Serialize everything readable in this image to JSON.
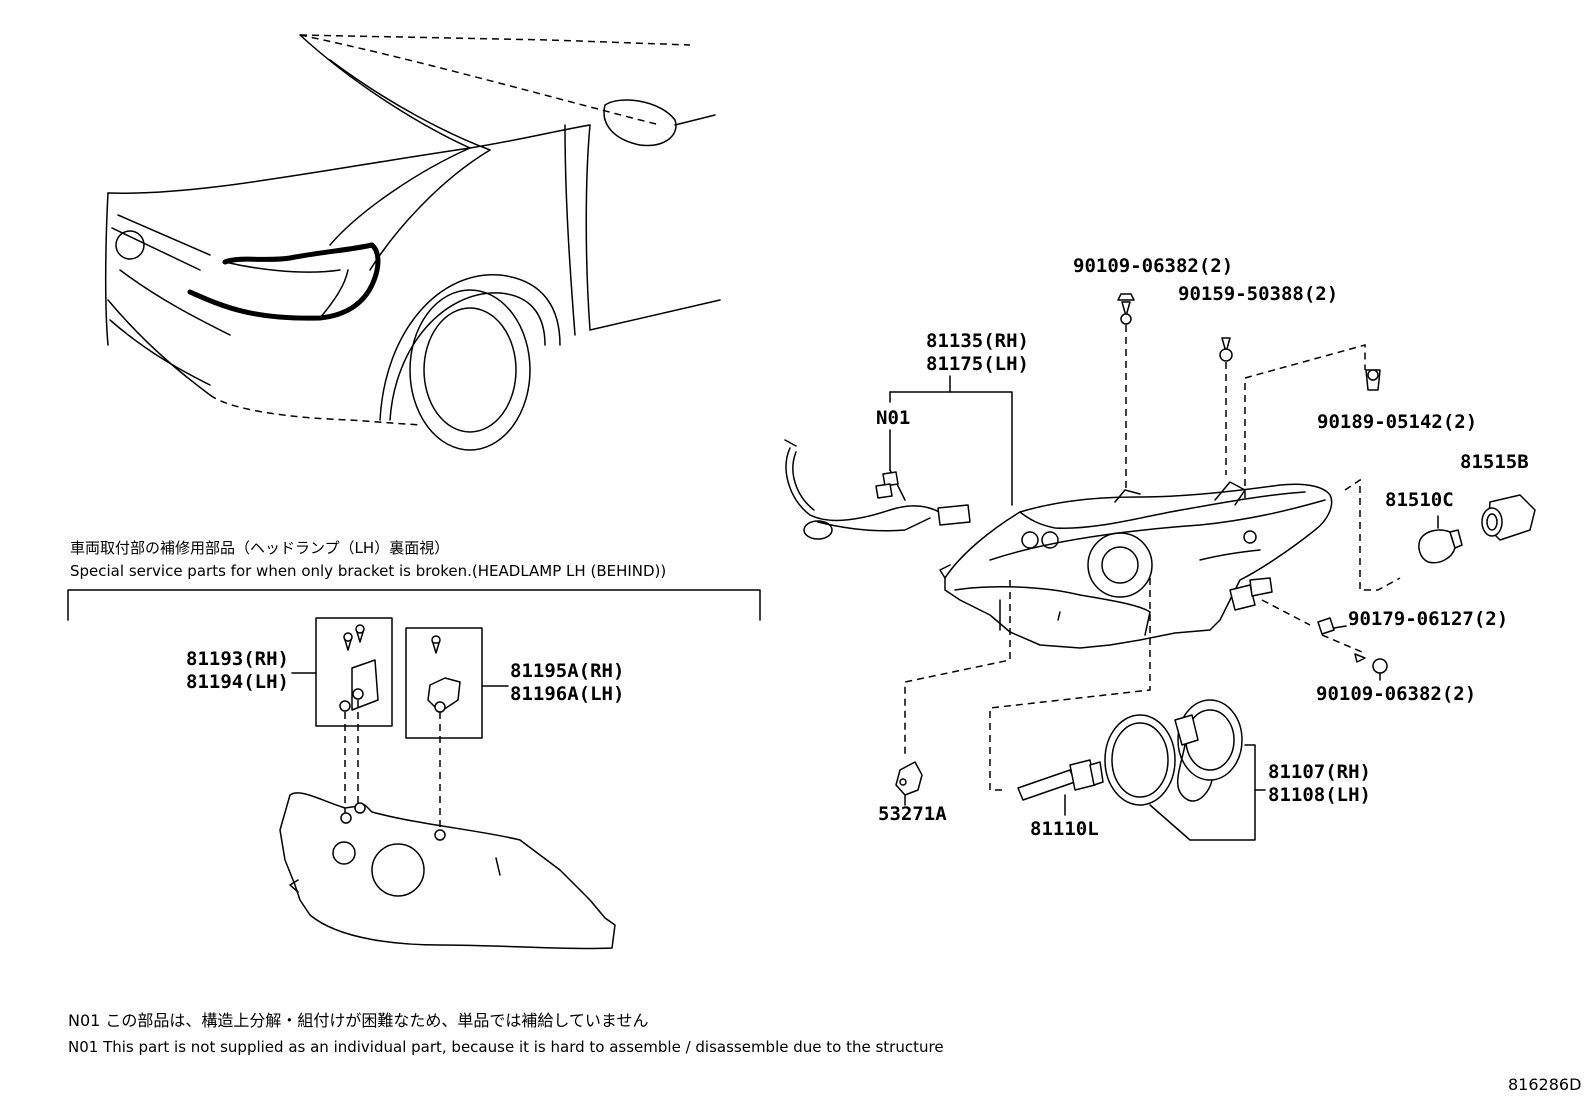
{
  "parts": {
    "bolt_top": "90109-06382(2)",
    "screw_top": "90159-50388(2)",
    "clip_top": "90189-05142(2)",
    "unit_rh": "81135(RH)",
    "unit_lh": "81175(LH)",
    "note_ref": "N01",
    "bulb_81515b": "81515B",
    "bulb_81510c": "81510C",
    "nut_side": "90179-06127(2)",
    "bolt_side": "90109-06382(2)",
    "cover_rh": "81107(RH)",
    "cover_lh": "81108(LH)",
    "bulb_81110l": "81110L",
    "clip_53271a": "53271A",
    "bracket_81193": "81193(RH)",
    "bracket_81194": "81194(LH)",
    "bracket_81195a": "81195A(RH)",
    "bracket_81196a": "81196A(LH)"
  },
  "service_parts": {
    "title_jp": "車両取付部の補修用部品（ヘッドランプ（LH）裏面視）",
    "title_en": "Special service parts for when only bracket is broken.(HEADLAMP LH (BEHIND))"
  },
  "notes": {
    "n01_jp": "N01 この部品は、構造上分解・組付けが困難なため、単品では補給していません",
    "n01_en": "N01 This part is not supplied as an individual part, because it is hard to assemble / disassemble due to the structure"
  },
  "illustration_id": "816286D"
}
